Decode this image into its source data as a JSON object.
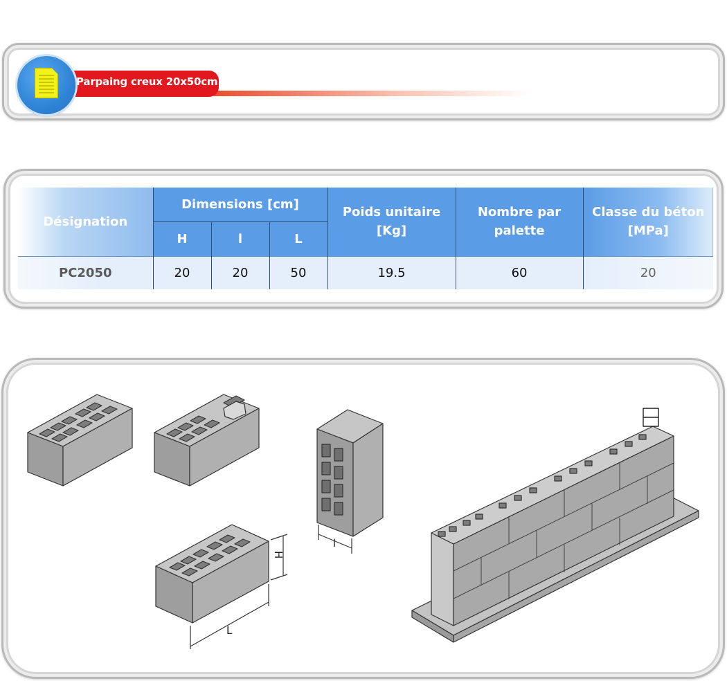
{
  "title": {
    "text": "Parpaing creux 20x50cm"
  },
  "table": {
    "headers": {
      "designation": "Désignation",
      "dimensions": "Dimensions [cm]",
      "h": "H",
      "l_small": "l",
      "l_big": "L",
      "poids": "Poids unitaire [Kg]",
      "nombre": "Nombre par palette",
      "classe": "Classe du béton [MPa]"
    },
    "row": {
      "designation": "PC2050",
      "h": "20",
      "l_small": "20",
      "l_big": "50",
      "poids": "19.5",
      "nombre": "60",
      "classe": "20"
    }
  },
  "illustration": {
    "dimension_labels": {
      "h": "H",
      "l_small": "l",
      "l_big": "L"
    }
  },
  "colors": {
    "ribbon_red": "#e3171e",
    "header_blue": "#5b9ce6",
    "badge_blue": "#2f84d6",
    "doc_yellow": "#f2f21a",
    "block_gray": "#a8a8a8"
  }
}
